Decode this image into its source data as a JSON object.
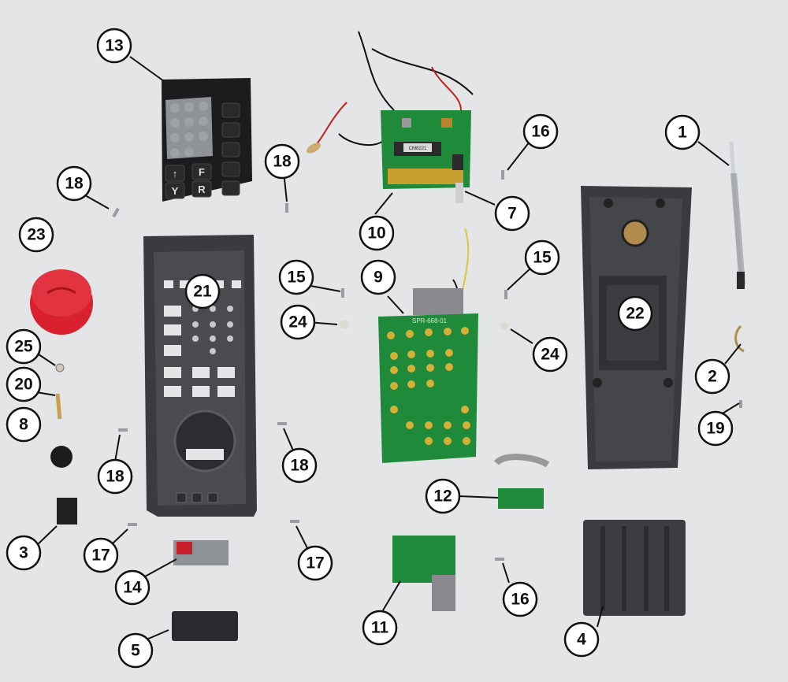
{
  "image": {
    "subject": "exploded-view-remote-control-parts",
    "background_color": "#e4e5e7"
  },
  "callouts": [
    {
      "label": "1"
    },
    {
      "label": "2"
    },
    {
      "label": "3"
    },
    {
      "label": "4"
    },
    {
      "label": "5"
    },
    {
      "label": "7"
    },
    {
      "label": "8"
    },
    {
      "label": "9"
    },
    {
      "label": "10"
    },
    {
      "label": "11"
    },
    {
      "label": "12"
    },
    {
      "label": "13"
    },
    {
      "label": "14"
    },
    {
      "label": "15"
    },
    {
      "label": "15"
    },
    {
      "label": "16"
    },
    {
      "label": "16"
    },
    {
      "label": "17"
    },
    {
      "label": "17"
    },
    {
      "label": "18"
    },
    {
      "label": "18"
    },
    {
      "label": "18"
    },
    {
      "label": "18"
    },
    {
      "label": "19"
    },
    {
      "label": "20"
    },
    {
      "label": "21"
    },
    {
      "label": "22"
    },
    {
      "label": "23"
    },
    {
      "label": "24"
    },
    {
      "label": "24"
    },
    {
      "label": "25"
    }
  ],
  "keypad_labels": [
    "F",
    "R",
    "Y",
    "↑"
  ],
  "pcb_labels": {
    "keypad_pcb_code": "SPR-668-01",
    "radio_chip_text": "CM8221"
  },
  "colors": {
    "housing": "#3a3b3e",
    "pcb_green": "#1f8a3a",
    "red_cap": "#d8202e",
    "rubber_keypad": "#1c1c1e",
    "battery_cover": "#3b3d40"
  }
}
